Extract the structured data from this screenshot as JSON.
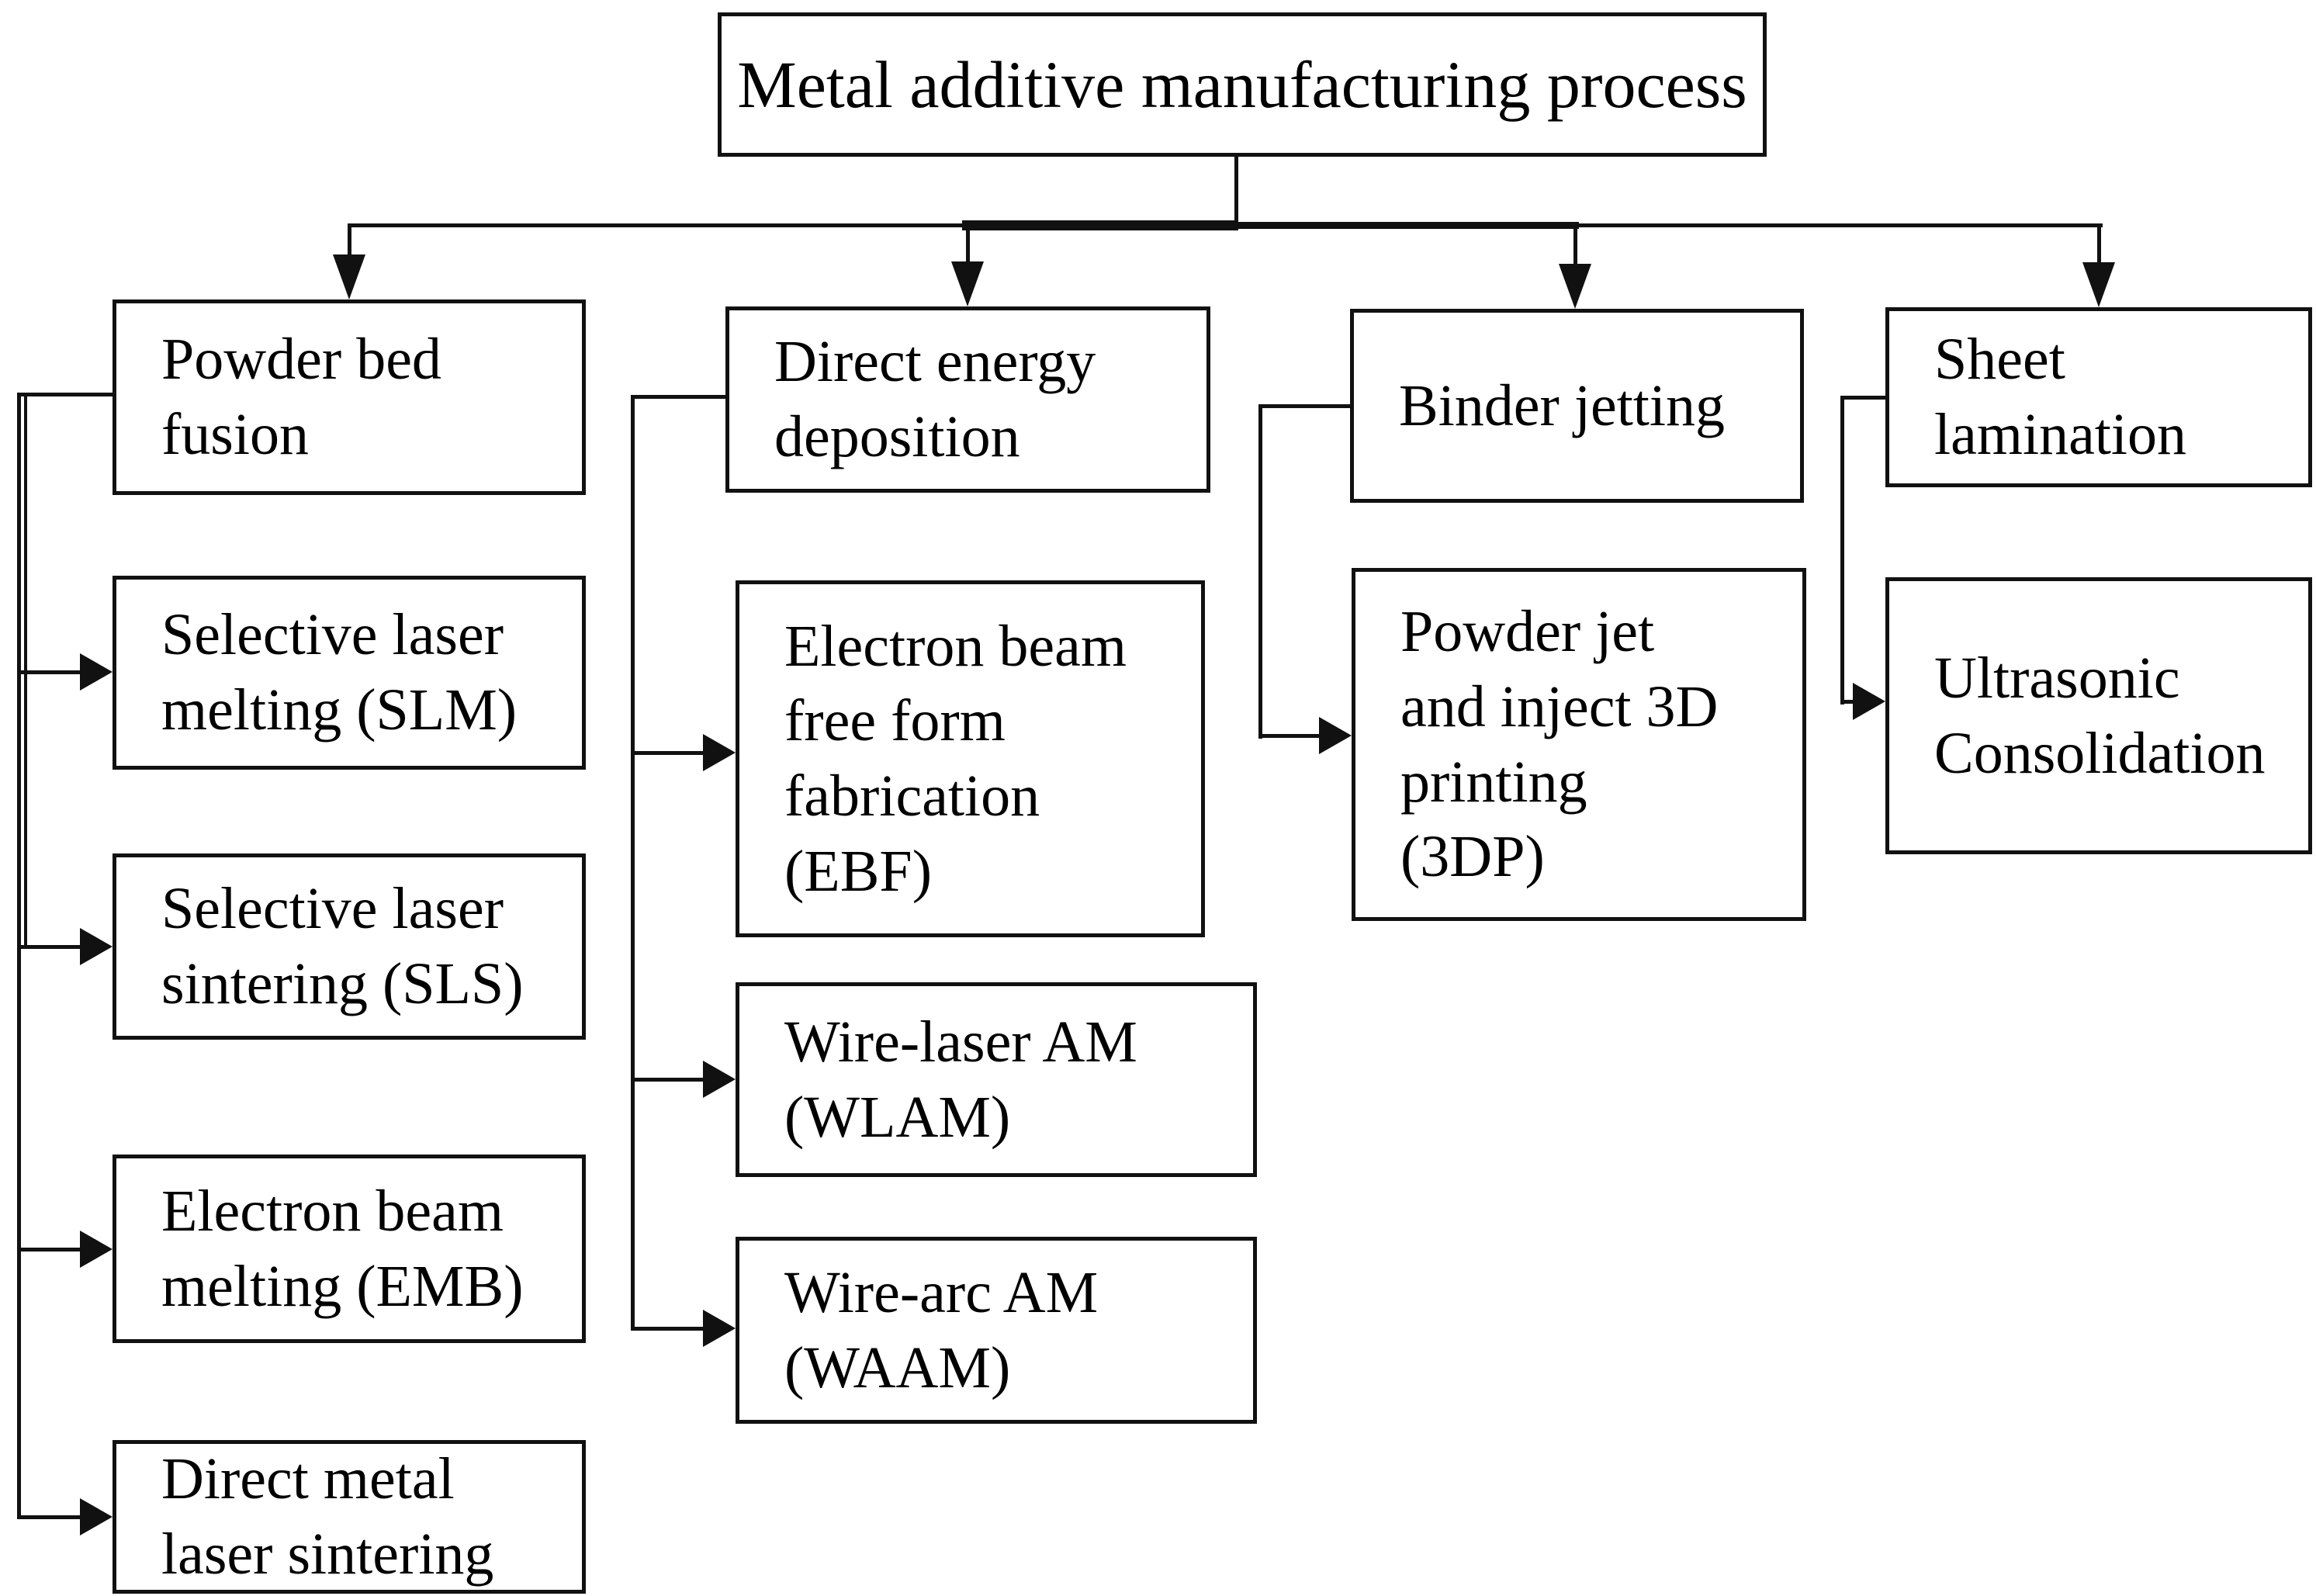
{
  "colors": {
    "bg": "#ffffff",
    "border": "#111111",
    "line": "#111111",
    "text": "#000000"
  },
  "root": {
    "label": "Metal additive manufacturing process"
  },
  "categories": [
    {
      "id": "powder-bed-fusion",
      "label": "Powder bed\nfusion",
      "children": [
        {
          "id": "slm",
          "label": "Selective laser\nmelting (SLM)"
        },
        {
          "id": "sls",
          "label": "Selective laser\nsintering (SLS)"
        },
        {
          "id": "emb",
          "label": "Electron beam\nmelting (EMB)"
        },
        {
          "id": "dmls",
          "label": "Direct metal\nlaser sintering"
        }
      ]
    },
    {
      "id": "direct-energy-deposition",
      "label": "Direct energy\ndeposition",
      "children": [
        {
          "id": "ebf",
          "label": "Electron beam\nfree form\nfabrication\n(EBF)"
        },
        {
          "id": "wlam",
          "label": "Wire-laser AM\n(WLAM)"
        },
        {
          "id": "waam",
          "label": "Wire-arc AM\n(WAAM)"
        }
      ]
    },
    {
      "id": "binder-jetting",
      "label": "Binder jetting",
      "children": [
        {
          "id": "3dp",
          "label": "Powder jet\nand inject 3D\nprinting\n(3DP)"
        }
      ]
    },
    {
      "id": "sheet-lamination",
      "label": "Sheet\nlamination",
      "children": [
        {
          "id": "ultrasonic-consolidation",
          "label": "Ultrasonic\nConsolidation"
        }
      ]
    }
  ]
}
